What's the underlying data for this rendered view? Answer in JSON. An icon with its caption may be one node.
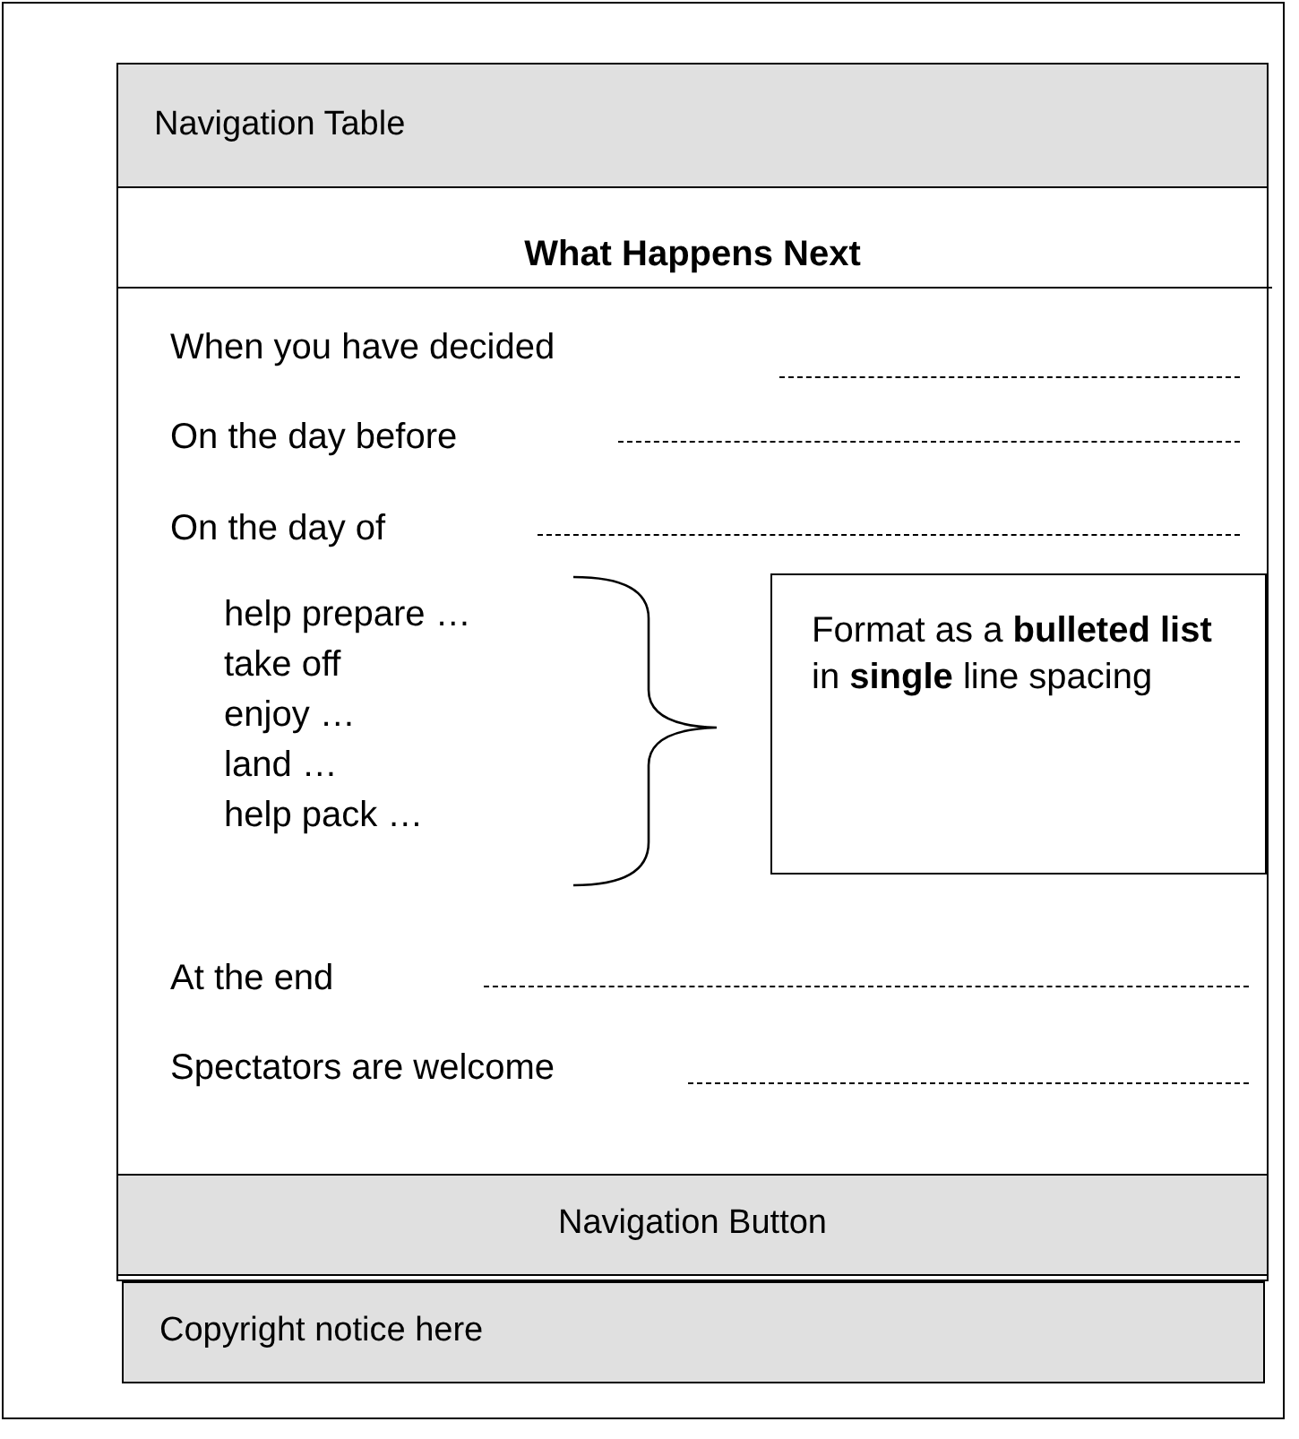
{
  "diagram": {
    "nodes": [
      {
        "text": [
          "Navigation Table"
        ]
      },
      {
        "text": [
          "Format as a **bulleted list** in **single** line spacing"
        ]
      },
      {
        "text": [
          "Navigation Button"
        ]
      },
      {
        "text": [
          "Copyright notice here"
        ]
      }
    ],
    "labels": [
      "What Happens Next",
      "When you have decided",
      "On the day before",
      "On the day of",
      "help prepare …",
      "take off",
      "enjoy …",
      "land …",
      "help pack …",
      "At the end",
      "Spectators are welcome"
    ]
  }
}
